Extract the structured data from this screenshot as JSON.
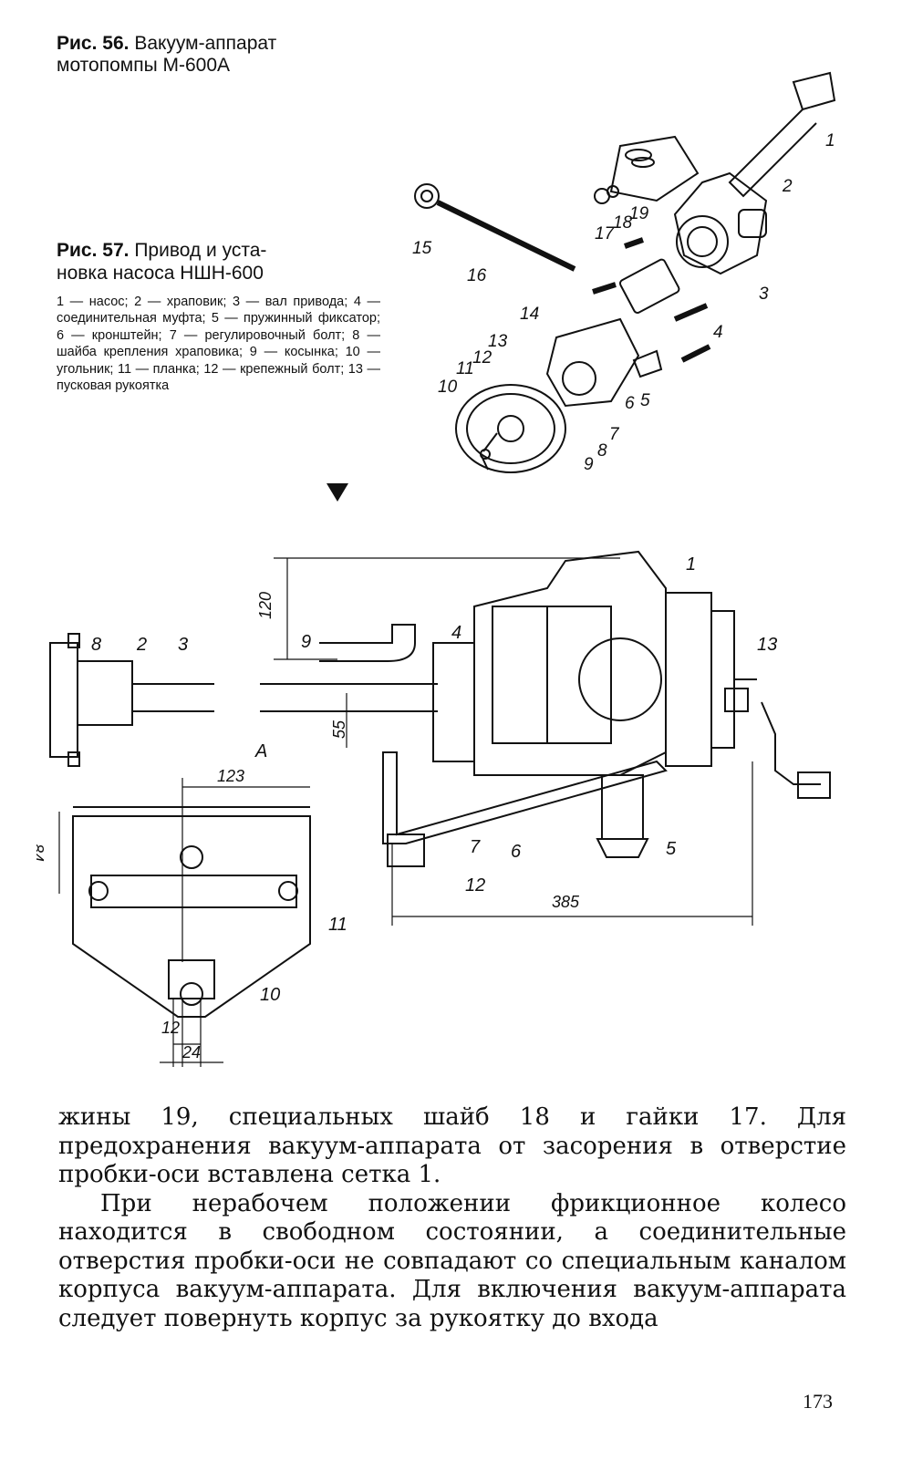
{
  "fig56": {
    "label": "Рис. 56.",
    "title_line1": "Вакуум-аппарат",
    "title_line2": "мотопомпы М-600А"
  },
  "fig57": {
    "label": "Рис. 57.",
    "title_line1": "Привод и уста-",
    "title_line2": "новка насоса НШН-600",
    "legend": "1 — насос; 2 — храповик; 3 — вал привода; 4 — соединительная муфта; 5 — пружинный фиксатор; 6 — кронштейн; 7 — регулировочный болт; 8 — шайба крепления храповика; 9 — косынка; 10 — угольник; 11 — планка; 12 — крепежный болт; 13 — пусковая рукоятка",
    "exploded_labels": [
      "1",
      "2",
      "3",
      "4",
      "5",
      "6",
      "7",
      "8",
      "9",
      "10",
      "11",
      "12",
      "13",
      "14",
      "15",
      "16",
      "17",
      "18",
      "19"
    ]
  },
  "drawing": {
    "labels": [
      "8",
      "2",
      "3",
      "9",
      "4",
      "1",
      "13",
      "А",
      "7",
      "6",
      "5",
      "12",
      "11",
      "10"
    ],
    "dimensions": {
      "d120": "120",
      "d55": "55",
      "d123": "123",
      "d84": "84",
      "d385": "385",
      "d12": "12",
      "d24": "24"
    }
  },
  "text": {
    "p1": "жины 19, специальных шайб 18 и гайки 17. Для предохранения вакуум-аппарата от засорения в отверстие пробки-оси вставлена сетка 1.",
    "p2": "При нерабочем положении фрикционное колесо находится в свободном состоянии, а соединительные отверстия пробки-оси не совпадают со специальным каналом корпуса вакуум-аппарата. Для включения вакуум-аппарата следует повернуть корпус за рукоятку до входа"
  },
  "page_number": "173"
}
